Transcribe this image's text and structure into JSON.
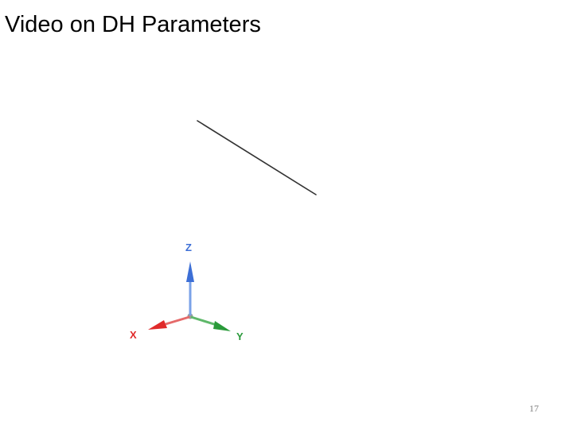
{
  "slide": {
    "title": "Video on DH Parameters",
    "page_number": "17"
  },
  "video": {
    "link_color": "#333333",
    "axes": [
      {
        "name": "z",
        "label": "Z",
        "color": "#3d6fd6",
        "icon": "arrow-up"
      },
      {
        "name": "x",
        "label": "X",
        "color": "#e02a2a",
        "icon": "arrow-left-down"
      },
      {
        "name": "y",
        "label": "Y",
        "color": "#2a9a3a",
        "icon": "arrow-right-down"
      }
    ]
  }
}
